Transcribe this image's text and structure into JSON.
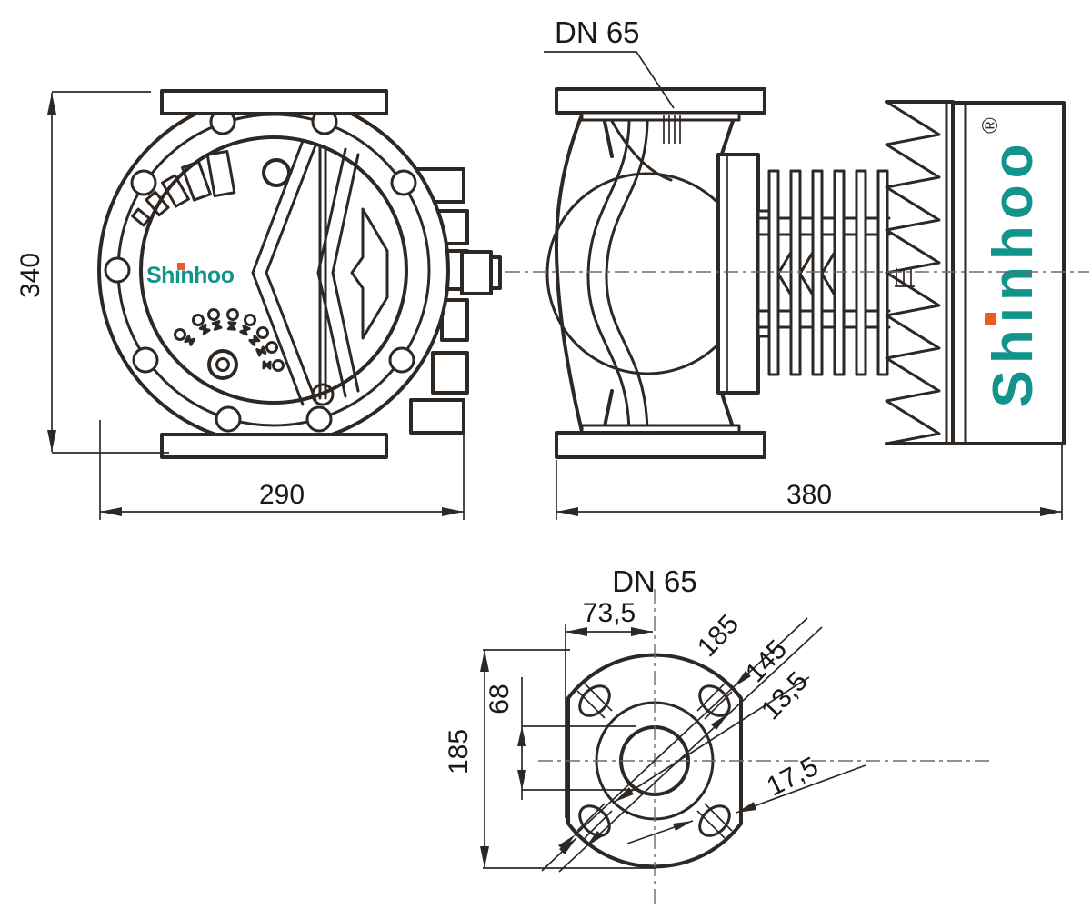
{
  "brand": {
    "name": "Shinhoo",
    "logo_text": "Shınhoo",
    "registered_mark": "®",
    "teal": "#12938C",
    "orange": "#EE5A24"
  },
  "front_view": {
    "height": "340",
    "width": "290"
  },
  "side_view": {
    "port_label": "DN 65",
    "length": "380"
  },
  "flange_view": {
    "title": "DN 65",
    "edge_to_center": "73,5",
    "port_spacing": "68",
    "overall_height": "185",
    "flange_diameter": "185",
    "bolt_circle_diameter": "145",
    "slot_width": "13,5",
    "hole_diameter": "17,5"
  }
}
